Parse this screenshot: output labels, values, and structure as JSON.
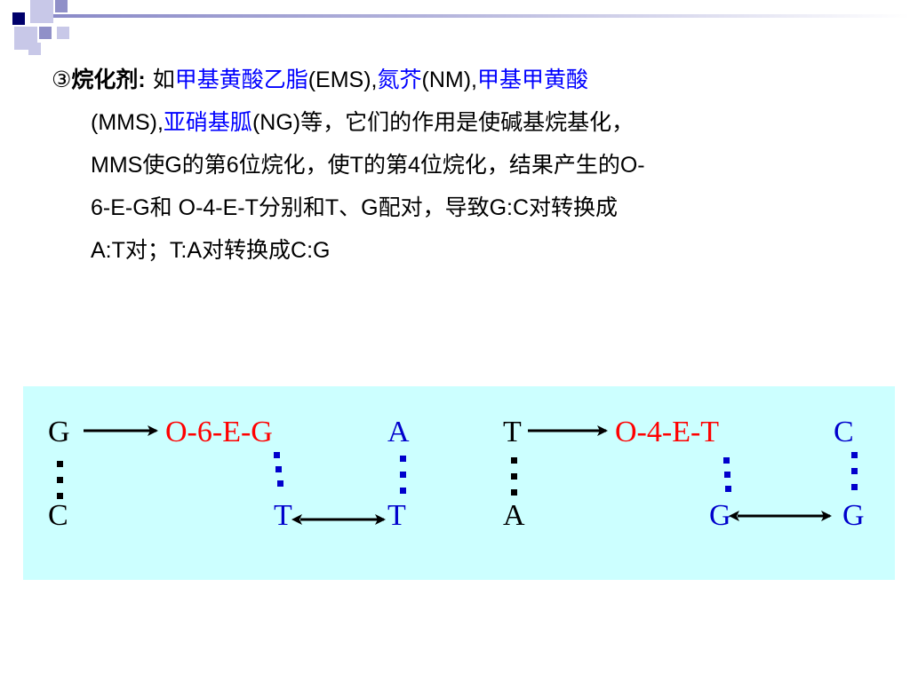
{
  "slide": {
    "line1": {
      "marker": "③",
      "heading": "烷化剂:",
      "t1": " 如",
      "ems_cn": "甲基黄酸乙脂",
      "ems_abbr": "(EMS),",
      "nm_cn": "氮芥",
      "nm_abbr": "(NM),",
      "mms_cn": "甲基甲黄酸"
    },
    "line2": {
      "mms_abbr": "(MMS),",
      "ng_cn": "亚硝基胍",
      "rest": "(NG)等，它们的作用是使碱基烷基化，"
    },
    "line3": "MMS使G的第6位烷化，使T的第4位烷化，结果产生的O-",
    "line4": "6-E-G和 O-4-E-T分别和T、G配对，导致G:C对转换成",
    "line5": "A:T对；T:A对转换成C:G"
  },
  "diagram": {
    "left": {
      "top_base": "G",
      "bottom_base": "C",
      "product": "O-6-E-G",
      "partner_top": "A",
      "partner_bottom": "T",
      "pair_bottom": "T"
    },
    "right": {
      "top_base": "T",
      "bottom_base": "A",
      "product": "O-4-E-T",
      "partner_top": "C",
      "partner_bottom": "G",
      "pair_bottom": "G"
    },
    "colors": {
      "normal": "#000000",
      "alkylated": "#ff0000",
      "partner": "#0000cc",
      "background": "#ccffff"
    }
  }
}
